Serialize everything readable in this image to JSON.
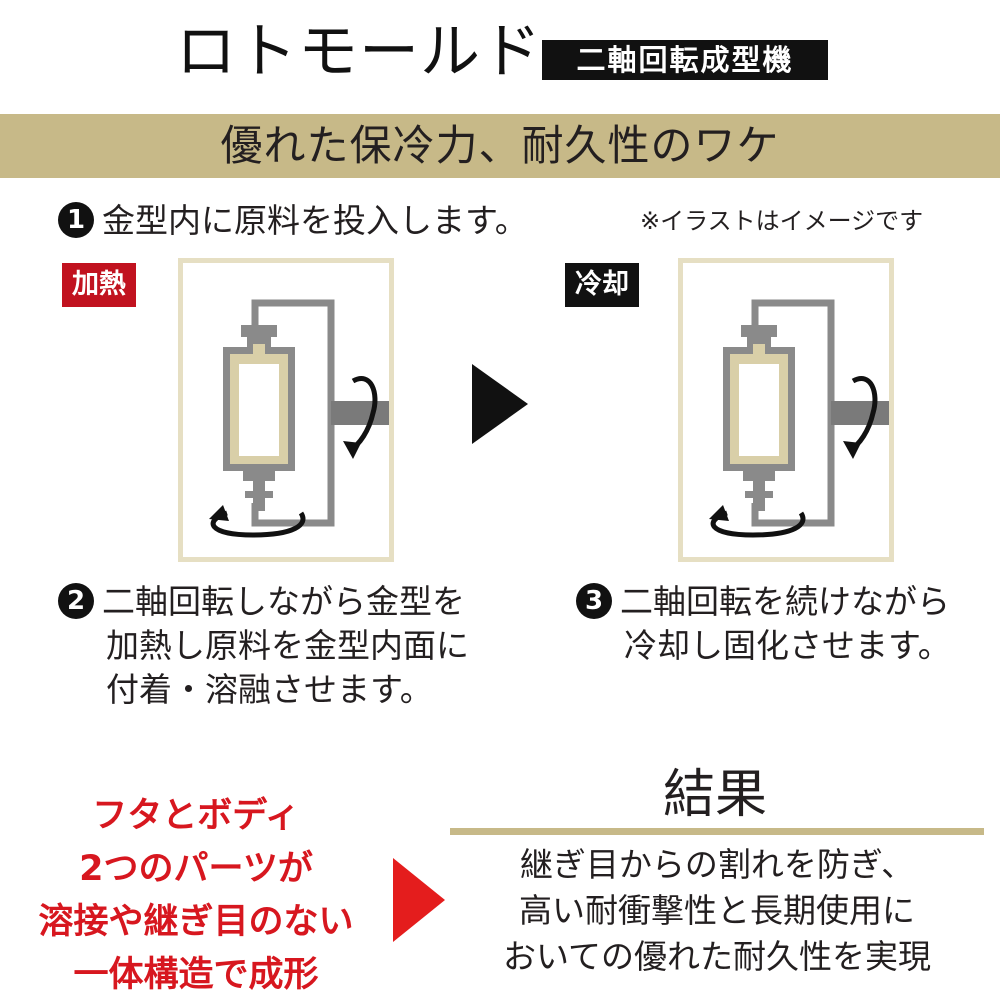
{
  "header": {
    "title": "ロトモールド",
    "badge": "二軸回転成型機"
  },
  "band": {
    "text": "優れた保冷力、耐久性のワケ"
  },
  "step1": {
    "number": "1",
    "text": "金型内に原料を投入します。"
  },
  "note": "※イラストはイメージです",
  "panels": {
    "heat_label": "加熱",
    "cool_label": "冷却"
  },
  "step2": {
    "number": "2",
    "lines": [
      "二軸回転しながら金型を",
      "加熱し原料を金型内面に",
      "付着・溶融させます。"
    ]
  },
  "step3": {
    "number": "3",
    "lines": [
      "二軸回転を続けながら",
      "冷却し固化させます。"
    ]
  },
  "result": {
    "title": "結果",
    "lines": [
      "継ぎ目からの割れを防ぎ、",
      "高い耐衝撃性と長期使用に",
      "おいての優れた耐久性を実現"
    ]
  },
  "left_red": {
    "lines": [
      "フタとボディ",
      "2つのパーツが",
      "溶接や継ぎ目のない",
      "一体構造で成形"
    ]
  },
  "colors": {
    "band": "#c7b988",
    "panel_border": "#e6dfc3",
    "mold_fill": "#d9cfa8",
    "heat_tag": "#c1121f",
    "red_text": "#d7171f",
    "dark": "#111111"
  },
  "icons": [
    "rotation-arrow-icon",
    "play-arrow-icon",
    "red-arrow-icon"
  ]
}
